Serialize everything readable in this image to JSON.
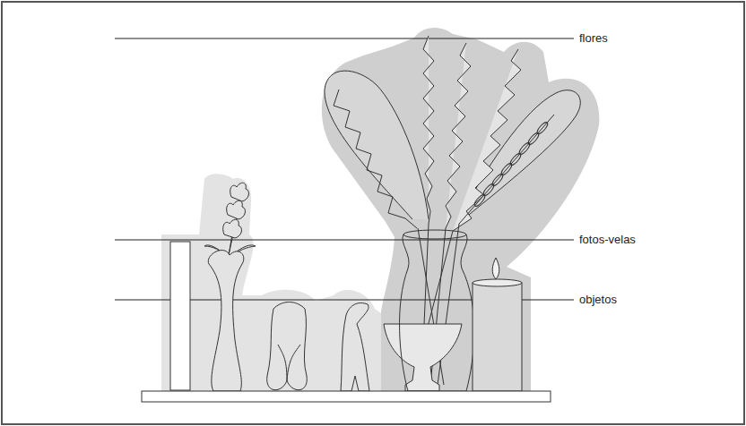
{
  "diagram": {
    "labels": [
      "flores",
      "fotos-velas",
      "objetos"
    ]
  }
}
